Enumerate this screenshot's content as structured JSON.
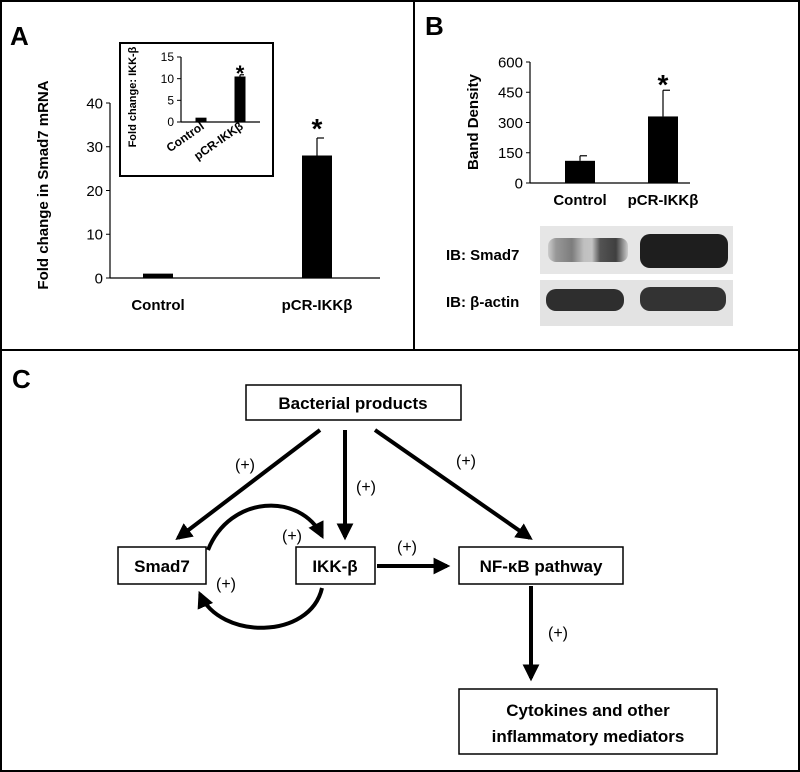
{
  "panels": {
    "a_label": "A",
    "b_label": "B",
    "c_label": "C"
  },
  "chart_data": [
    {
      "id": "A-main",
      "type": "bar",
      "categories": [
        "Control",
        "pCR-IKKβ"
      ],
      "values": [
        1,
        28
      ],
      "errors": [
        0,
        4
      ],
      "significance": [
        "",
        "*"
      ],
      "ylabel": "Fold change in Smad7 mRNA",
      "xlabel": "",
      "ylim": [
        0,
        40
      ],
      "yticks": [
        0,
        10,
        20,
        30,
        40
      ],
      "color": "#000000"
    },
    {
      "id": "A-inset",
      "type": "bar",
      "categories": [
        "Control",
        "pCR-IKKβ"
      ],
      "values": [
        1,
        10.5
      ],
      "errors": [
        0,
        0.4
      ],
      "significance": [
        "",
        "*"
      ],
      "ylabel": "Fold change: IKK-β",
      "xlabel": "",
      "ylim": [
        0,
        15
      ],
      "yticks": [
        0,
        5,
        10,
        15
      ],
      "color": "#000000"
    },
    {
      "id": "B",
      "type": "bar",
      "categories": [
        "Control",
        "pCR-IKKβ"
      ],
      "values": [
        110,
        330
      ],
      "errors": [
        25,
        130
      ],
      "significance": [
        "",
        "*"
      ],
      "ylabel": "Band Density",
      "xlabel": "",
      "ylim": [
        0,
        600
      ],
      "yticks": [
        0,
        150,
        300,
        450,
        600
      ],
      "color": "#000000"
    }
  ],
  "blots": [
    {
      "label": "IB: Smad7"
    },
    {
      "label": "IB: β-actin"
    }
  ],
  "diagram": {
    "nodes": {
      "bacterial": "Bacterial products",
      "smad7": "Smad7",
      "ikk": "IKK-β",
      "nfkb": "NF-κB pathway",
      "cytokines_line1": "Cytokines and other",
      "cytokines_line2": "inflammatory mediators"
    },
    "edge_label": "(+)"
  }
}
